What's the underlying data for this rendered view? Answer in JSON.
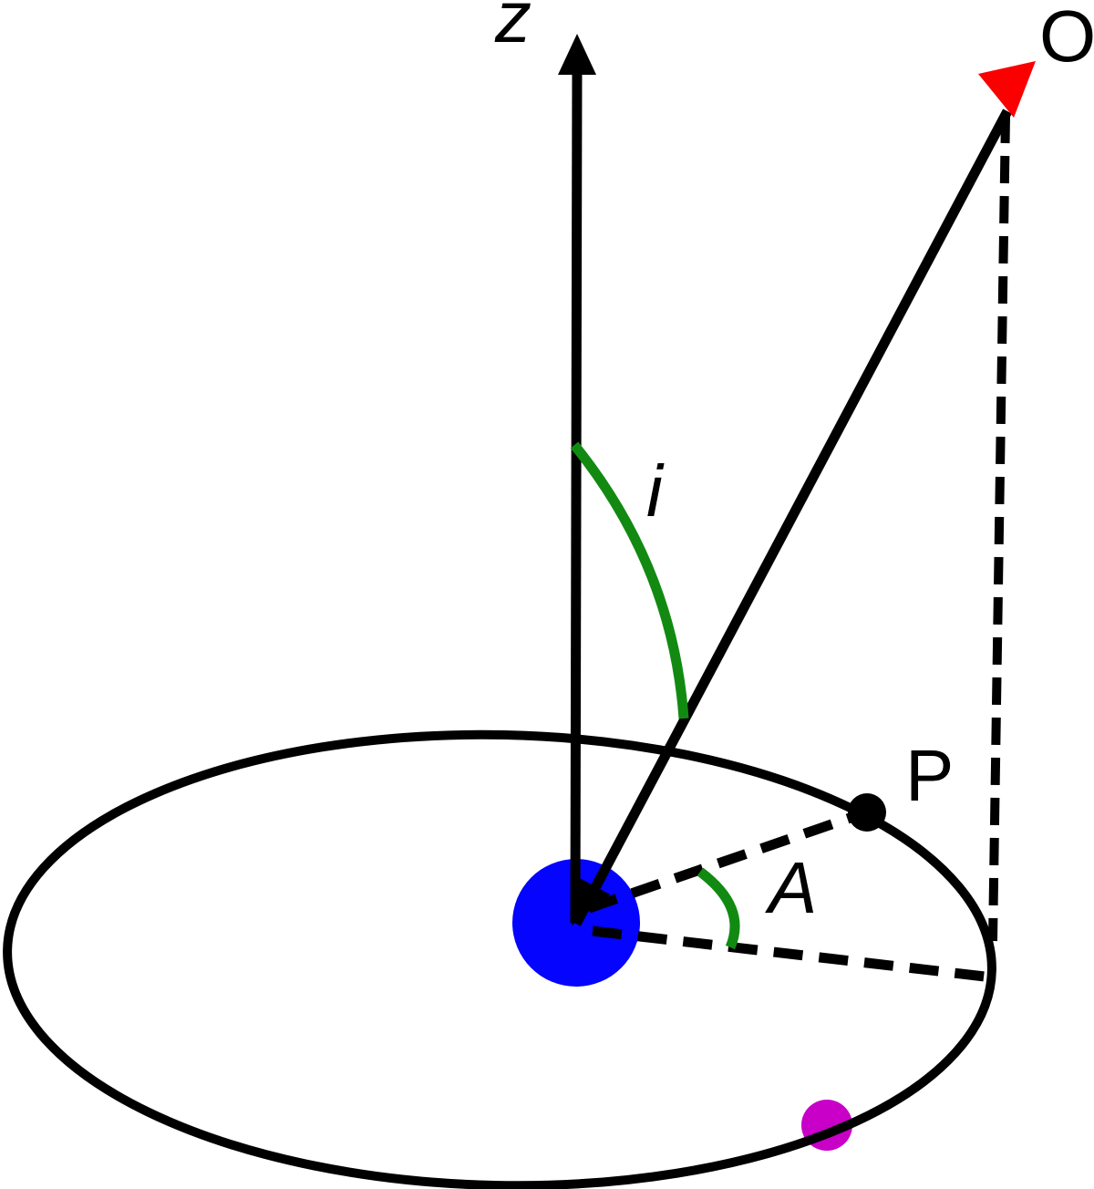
{
  "figure": {
    "background": "#ffffff",
    "labels": {
      "z_axis": "z",
      "observer": "O",
      "inclination_angle": "i",
      "point_p": "P",
      "azimuth_angle": "A"
    },
    "colors": {
      "line": "#000000",
      "central_body": "#0404ff",
      "observer_arrowhead": "#fa0000",
      "angle_arc": "#128a12",
      "orbit_marker": "#c800c8",
      "point_p_dot": "#000000"
    }
  }
}
